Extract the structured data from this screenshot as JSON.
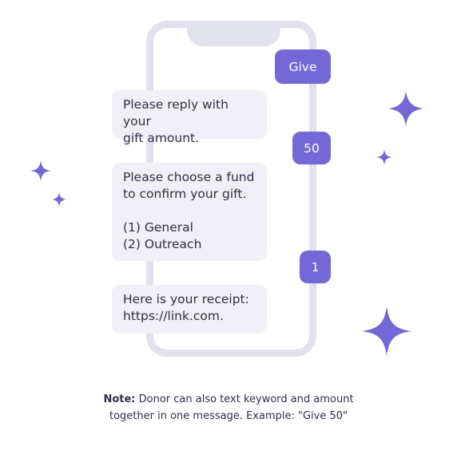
{
  "colors": {
    "accent": "#7468d6",
    "phone_frame": "#e2e2ec",
    "bubble_background": "#f0f0f6",
    "text": "#2f2f46"
  },
  "conversation": {
    "keyword_reply": "Give",
    "prompt_amount": "Please reply with your\ngift amount.",
    "amount_reply": "50",
    "prompt_fund": "Please choose a fund\nto confirm your gift.\n\n(1) General\n(2) Outreach",
    "fund_reply": "1",
    "receipt": "Here is your receipt:\nhttps://link.com."
  },
  "note": {
    "label": "Note:",
    "text": " Donor can also text keyword and amount together in one message. Example: \"Give 50\""
  },
  "decorations": [
    "sparkle-icon",
    "sparkle-icon",
    "sparkle-icon",
    "sparkle-icon",
    "sparkle-icon",
    "sparkle-icon"
  ]
}
